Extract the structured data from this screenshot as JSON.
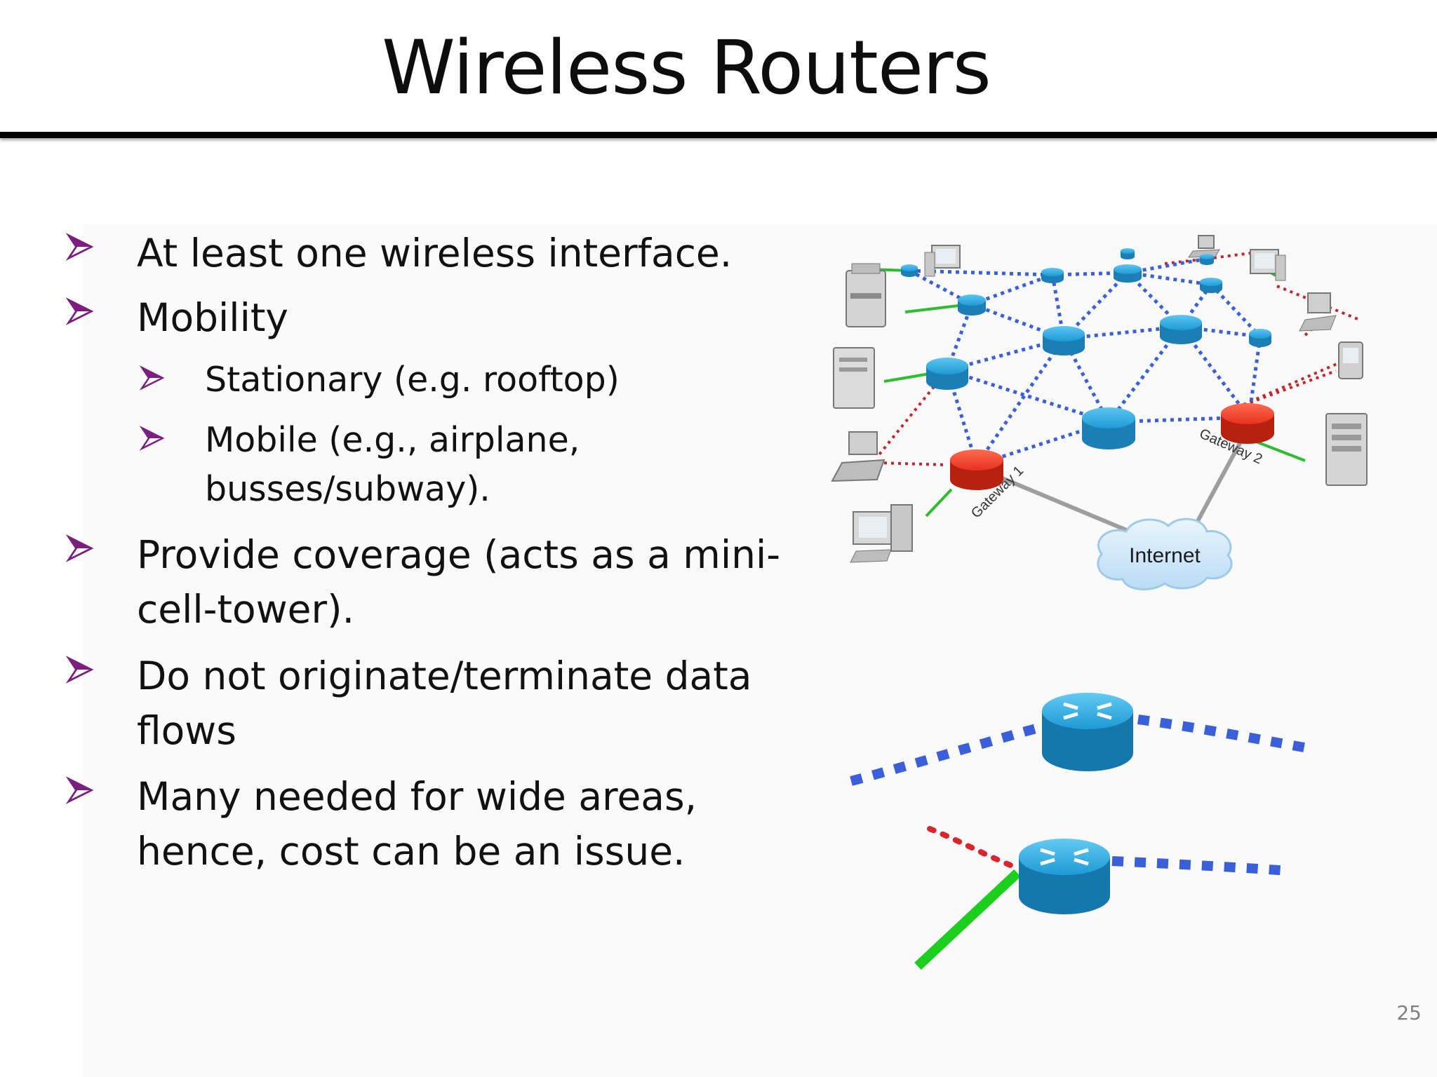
{
  "slide": {
    "title": "Wireless Routers",
    "page_number": "25"
  },
  "bullets": [
    {
      "level": 1,
      "lines": [
        "At least one wireless interface."
      ]
    },
    {
      "level": 1,
      "lines": [
        "Mobility"
      ]
    },
    {
      "level": 2,
      "lines": [
        "Stationary (e.g. rooftop)"
      ]
    },
    {
      "level": 2,
      "lines": [
        "Mobile (e.g., airplane,",
        "busses/subway)."
      ]
    },
    {
      "level": 1,
      "lines": [
        "Provide coverage (acts as a mini-",
        "cell-tower)."
      ]
    },
    {
      "level": 1,
      "lines": [
        "Do not originate/terminate data",
        "flows"
      ]
    },
    {
      "level": 1,
      "lines": [
        "Many needed for wide areas,",
        "hence, cost can be an issue."
      ]
    }
  ],
  "diagram": {
    "cloud_label": "Internet",
    "gateway1_label": "Gateway 1",
    "gateway2_label": "Gateway 2",
    "colors": {
      "router_blue": "#1e9ad6",
      "router_red": "#e8321e",
      "wireless_link": "#3a5fd9",
      "wired_link": "#2ebd2e",
      "client_link": "#c0262c",
      "bullet_purple": "#7a1f7f"
    }
  }
}
